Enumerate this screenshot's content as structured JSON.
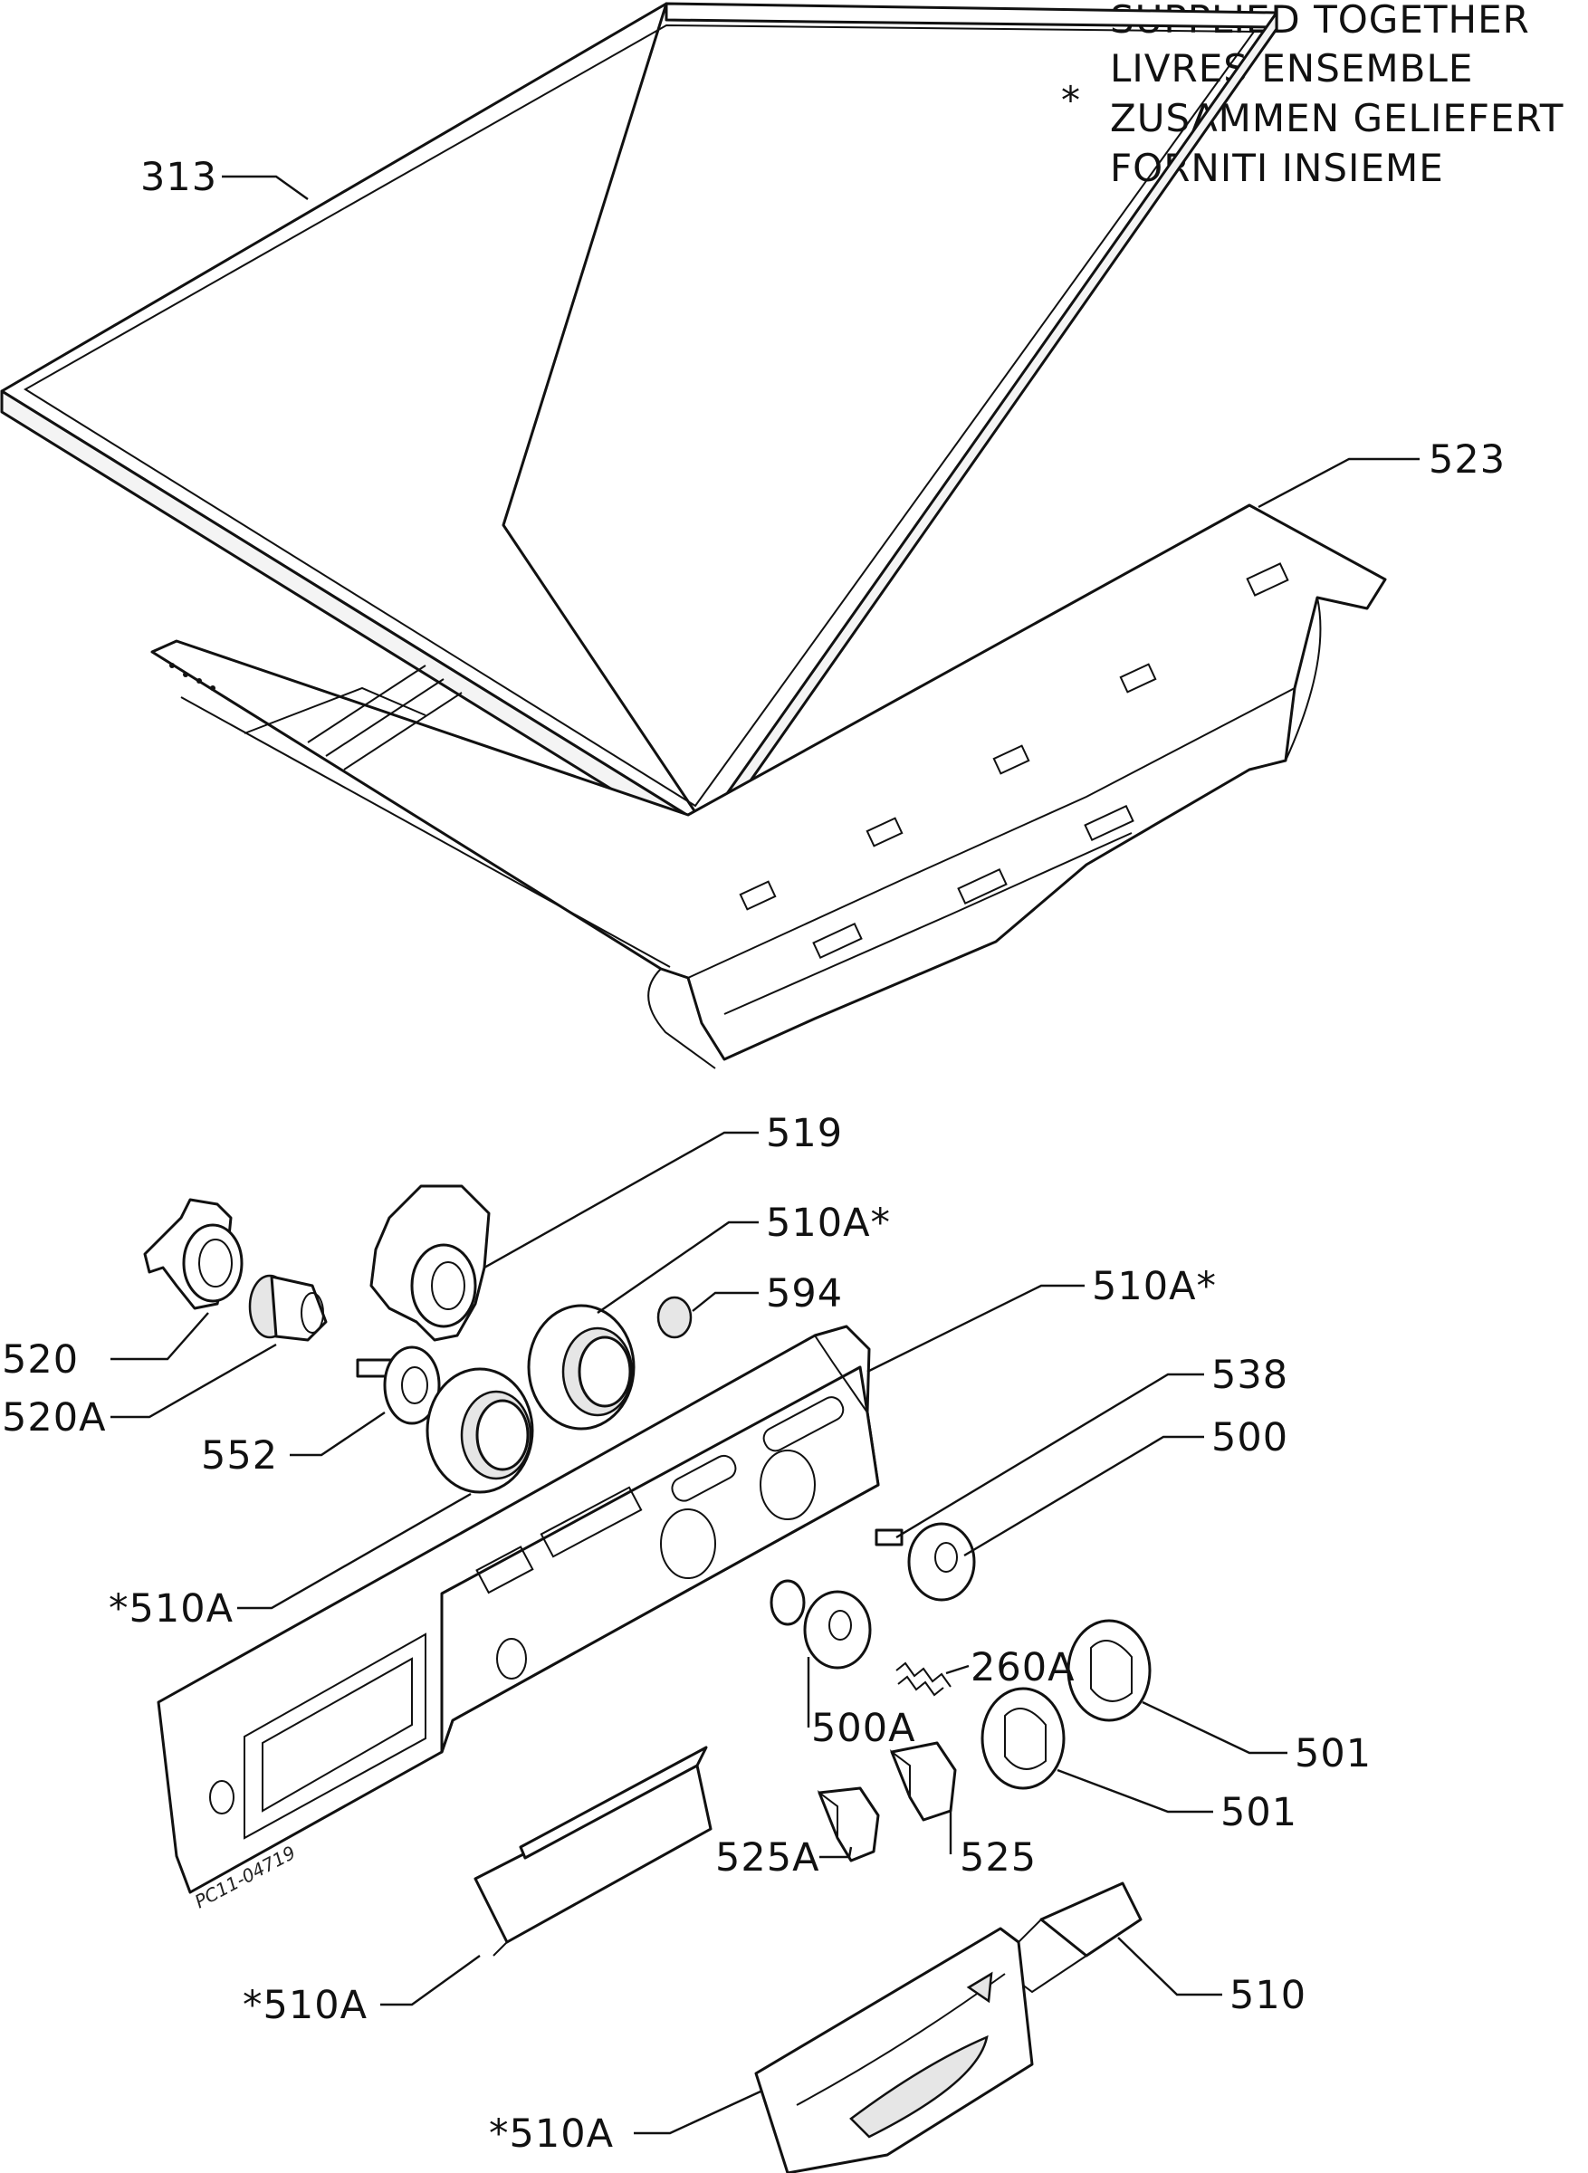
{
  "legend": {
    "symbol": "*",
    "lines": [
      "SUPPLIED TOGETHER",
      "LIVRES ENSEMBLE",
      "ZUSAMMEN GELIEFERT",
      "FORNITI INSIEME"
    ]
  },
  "drawing_ref": "PC11-04719",
  "labels": {
    "p313": "313",
    "p523": "523",
    "p519": "519",
    "p510a_a": "510A*",
    "p594": "594",
    "p510a_b": "510A*",
    "p538": "538",
    "p500": "500",
    "p520": "520",
    "p520a": "520A",
    "p552": "552",
    "p510a_c": "*510A",
    "p260a": "260A",
    "p500a": "500A",
    "p501_a": "501",
    "p501_b": "501",
    "p525a": "525A",
    "p525": "525",
    "p510": "510",
    "p510a_d": "*510A",
    "p510a_e": "*510A"
  }
}
